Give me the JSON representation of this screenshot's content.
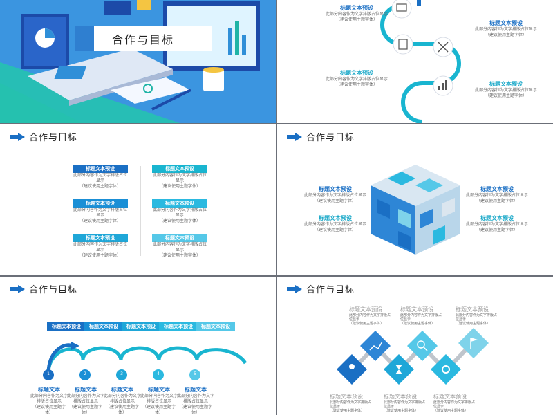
{
  "hero": {
    "title": "合作与目标"
  },
  "slides": {
    "header_title": "合作与目标"
  },
  "s2": {
    "items": [
      {
        "title": "标题文本预设",
        "body": "此部分内容作为文字排版占位显示",
        "note": "（建议使用主题字体）"
      },
      {
        "title": "标题文本预设",
        "body": "此部分内容作为文字排版占位显示",
        "note": "（建议使用主题字体）"
      },
      {
        "title": "标题文本预设",
        "body": "此部分内容作为文字排版占位显示",
        "note": "（建议使用主题字体）"
      },
      {
        "title": "标题文本预设",
        "body": "此部分内容作为文字排版占位显示",
        "note": "（建议使用主题字体）"
      }
    ]
  },
  "s3": {
    "items": [
      {
        "title": "标题文本预设",
        "body": "此部分内容作为文字排版占位显示",
        "note": "（建议使用主题字体）"
      },
      {
        "title": "标题文本预设",
        "body": "此部分内容作为文字排版占位显示",
        "note": "（建议使用主题字体）"
      },
      {
        "title": "标题文本预设",
        "body": "此部分内容作为文字排版占位显示",
        "note": "（建议使用主题字体）"
      },
      {
        "title": "标题文本预设",
        "body": "此部分内容作为文字排版占位显示",
        "note": "（建议使用主题字体）"
      },
      {
        "title": "标题文本预设",
        "body": "此部分内容作为文字排版占位显示",
        "note": "（建议使用主题字体）"
      },
      {
        "title": "标题文本预设",
        "body": "此部分内容作为文字排版占位显示",
        "note": "（建议使用主题字体）"
      }
    ]
  },
  "s4": {
    "items": [
      {
        "title": "标题文本预设",
        "body": "此部分内容作为文字排版占位显示",
        "note": "（建议使用主题字体）"
      },
      {
        "title": "标题文本预设",
        "body": "此部分内容作为文字排版占位显示",
        "note": "（建议使用主题字体）"
      },
      {
        "title": "标题文本预设",
        "body": "此部分内容作为文字排版占位显示",
        "note": "（建议使用主题字体）"
      },
      {
        "title": "标题文本预设",
        "body": "此部分内容作为文字排版占位显示",
        "note": "（建议使用主题字体）"
      }
    ]
  },
  "s5": {
    "tags": [
      "标题文本预设",
      "标题文本预设",
      "标题文本预设",
      "标题文本预设",
      "标题文本预设"
    ],
    "numbers": [
      "1",
      "2",
      "3",
      "4",
      "5"
    ],
    "items": [
      {
        "title": "标题文本",
        "body": "此部分内容作为文字排版占位显示",
        "note": "（建议使用主题字体）"
      },
      {
        "title": "标题文本",
        "body": "此部分内容作为文字排版占位显示",
        "note": "（建议使用主题字体）"
      },
      {
        "title": "标题文本",
        "body": "此部分内容作为文字排版占位显示",
        "note": "（建议使用主题字体）"
      },
      {
        "title": "标题文本",
        "body": "此部分内容作为文字排版占位显示",
        "note": "（建议使用主题字体）"
      },
      {
        "title": "标题文本",
        "body": "此部分内容作为文字排版占位显示",
        "note": "（建议使用主题字体）"
      }
    ]
  },
  "s6": {
    "items": [
      {
        "title": "标题文本预设",
        "body": "此部分内容作为文字排版占位显示",
        "note": "（建议使用主题字体）"
      },
      {
        "title": "标题文本预设",
        "body": "此部分内容作为文字排版占位显示",
        "note": "（建议使用主题字体）"
      },
      {
        "title": "标题文本预设",
        "body": "此部分内容作为文字排版占位显示",
        "note": "（建议使用主题字体）"
      },
      {
        "title": "标题文本预设",
        "body": "此部分内容作为文字排版占位显示",
        "note": "（建议使用主题字体）"
      },
      {
        "title": "标题文本预设",
        "body": "此部分内容作为文字排版占位显示",
        "note": "（建议使用主题字体）"
      },
      {
        "title": "标题文本预设",
        "body": "此部分内容作为文字排版占位显示",
        "note": "（建议使用主题字体）"
      }
    ]
  },
  "colors": {
    "blue": "#1a6fc4",
    "teal": "#19b5d0",
    "light": "#7fd3ea",
    "hero": "#2f8fd8"
  }
}
